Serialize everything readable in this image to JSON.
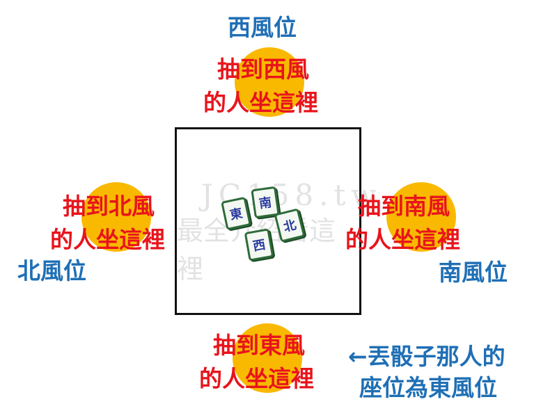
{
  "colors": {
    "circle": "#f9b900",
    "label_red": "#e8141c",
    "label_blue": "#1f6fb5",
    "table_border": "#111111",
    "tile_border": "#2e6b3a"
  },
  "west": {
    "position": "西風位",
    "line1": "抽到西風",
    "line2": "的人坐這裡"
  },
  "north": {
    "position": "北風位",
    "line1": "抽到北風",
    "line2": "的人坐這裡"
  },
  "south": {
    "position": "南風位",
    "line1": "抽到南風",
    "line2": "的人坐這裡"
  },
  "east": {
    "line1": "抽到東風",
    "line2": "的人坐這裡"
  },
  "note": {
    "line1": "←丟骰子那人的",
    "line2": "座位為東風位"
  },
  "tiles": [
    "東",
    "南",
    "北",
    "西"
  ],
  "watermark": {
    "line1": "JC158.tw",
    "line2": "最全介紹看這裡"
  }
}
